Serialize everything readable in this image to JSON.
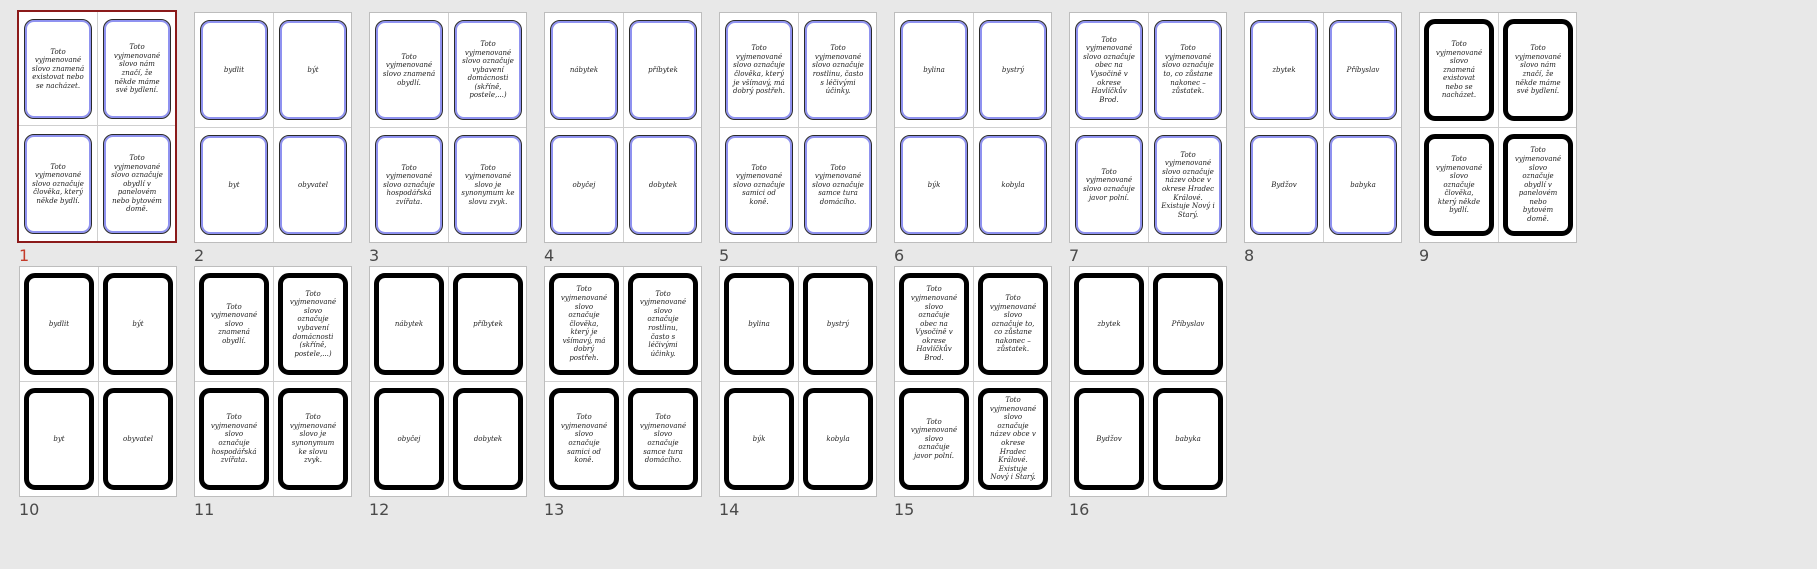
{
  "colors": {
    "selection_border": "#8b1a1a",
    "selected_number": "#c43b2a",
    "blue_card_accent": "#8f92f0",
    "black_card_border": "#000000",
    "background": "#e8e8e8"
  },
  "slides": [
    {
      "number": "1",
      "theme": "blue",
      "selected": true,
      "cards": [
        "Toto vyjmenované slovo znamená existovat nebo se nacházet.",
        "Toto vyjmenované slovo nám značí, že někde máme své bydlení.",
        "Toto vyjmenované slovo označuje člověka, který někde bydlí.",
        "Toto vyjmenované slovo označuje obydlí v panelovém nebo bytovém domě."
      ]
    },
    {
      "number": "2",
      "theme": "blue",
      "selected": false,
      "cards": [
        "bydlit",
        "být",
        "byt",
        "obyvatel"
      ]
    },
    {
      "number": "3",
      "theme": "blue",
      "selected": false,
      "cards": [
        "Toto vyjmenované slovo znamená obydlí.",
        "Toto vyjmenované slovo označuje vybavení domácnosti (skříně, postele,...)",
        "Toto vyjmenované slovo označuje hospodářská zvířata.",
        "Toto vyjmenované slovo je synonymum ke slovu zvyk."
      ]
    },
    {
      "number": "4",
      "theme": "blue",
      "selected": false,
      "cards": [
        "nábytek",
        "příbytek",
        "obyčej",
        "dobytek"
      ]
    },
    {
      "number": "5",
      "theme": "blue",
      "selected": false,
      "cards": [
        "Toto vyjmenované slovo označuje člověka, který je všímavý, má dobrý postřeh.",
        "Toto vyjmenované slovo označuje rostlinu, často s léčivými účinky.",
        "Toto vyjmenované slovo označuje samici od koně.",
        "Toto vyjmenované slovo označuje samce tura domácího."
      ]
    },
    {
      "number": "6",
      "theme": "blue",
      "selected": false,
      "cards": [
        "bylina",
        "bystrý",
        "býk",
        "kobyla"
      ]
    },
    {
      "number": "7",
      "theme": "blue",
      "selected": false,
      "cards": [
        "Toto vyjmenované slovo označuje obec na Vysočině v okrese Havlíčkův Brod.",
        "Toto vyjmenované slovo označuje to, co zůstane nakonec – zůstatek.",
        "Toto vyjmenované slovo označuje javor polní.",
        "Toto vyjmenované slovo označuje název obce v okrese Hradec Králové. Existuje Nový i Starý."
      ]
    },
    {
      "number": "8",
      "theme": "blue",
      "selected": false,
      "cards": [
        "zbytek",
        "Příbyslav",
        "Bydžov",
        "babyka"
      ]
    },
    {
      "number": "9",
      "theme": "black",
      "selected": false,
      "cards": [
        "Toto vyjmenované slovo znamená existovat nebo se nacházet.",
        "Toto vyjmenované slovo nám značí, že někde máme své bydlení.",
        "Toto vyjmenované slovo označuje člověka, který někde bydlí.",
        "Toto vyjmenované slovo označuje obydlí v panelovém nebo bytovém domě."
      ]
    },
    {
      "number": "10",
      "theme": "black",
      "selected": false,
      "cards": [
        "bydlit",
        "být",
        "byt",
        "obyvatel"
      ]
    },
    {
      "number": "11",
      "theme": "black",
      "selected": false,
      "cards": [
        "Toto vyjmenované slovo znamená obydlí.",
        "Toto vyjmenované slovo označuje vybavení domácnosti (skříně, postele,...)",
        "Toto vyjmenované slovo označuje hospodářská zvířata.",
        "Toto vyjmenované slovo je synonymum ke slovu zvyk."
      ]
    },
    {
      "number": "12",
      "theme": "black",
      "selected": false,
      "cards": [
        "nábytek",
        "příbytek",
        "obyčej",
        "dobytek"
      ]
    },
    {
      "number": "13",
      "theme": "black",
      "selected": false,
      "cards": [
        "Toto vyjmenované slovo označuje člověka, který je všímavý, má dobrý postřeh.",
        "Toto vyjmenované slovo označuje rostlinu, často s léčivými účinky.",
        "Toto vyjmenované slovo označuje samici od koně.",
        "Toto vyjmenované slovo označuje samce tura domácího."
      ]
    },
    {
      "number": "14",
      "theme": "black",
      "selected": false,
      "cards": [
        "bylina",
        "bystrý",
        "býk",
        "kobyla"
      ]
    },
    {
      "number": "15",
      "theme": "black",
      "selected": false,
      "cards": [
        "Toto vyjmenované slovo označuje obec na Vysočině v okrese Havlíčkův Brod.",
        "Toto vyjmenované slovo označuje to, co zůstane nakonec – zůstatek.",
        "Toto vyjmenované slovo označuje javor polní.",
        "Toto vyjmenované slovo označuje název obce v okrese Hradec Králové. Existuje Nový i Starý."
      ]
    },
    {
      "number": "16",
      "theme": "black",
      "selected": false,
      "cards": [
        "zbytek",
        "Příbyslav",
        "Bydžov",
        "babyka"
      ]
    }
  ]
}
